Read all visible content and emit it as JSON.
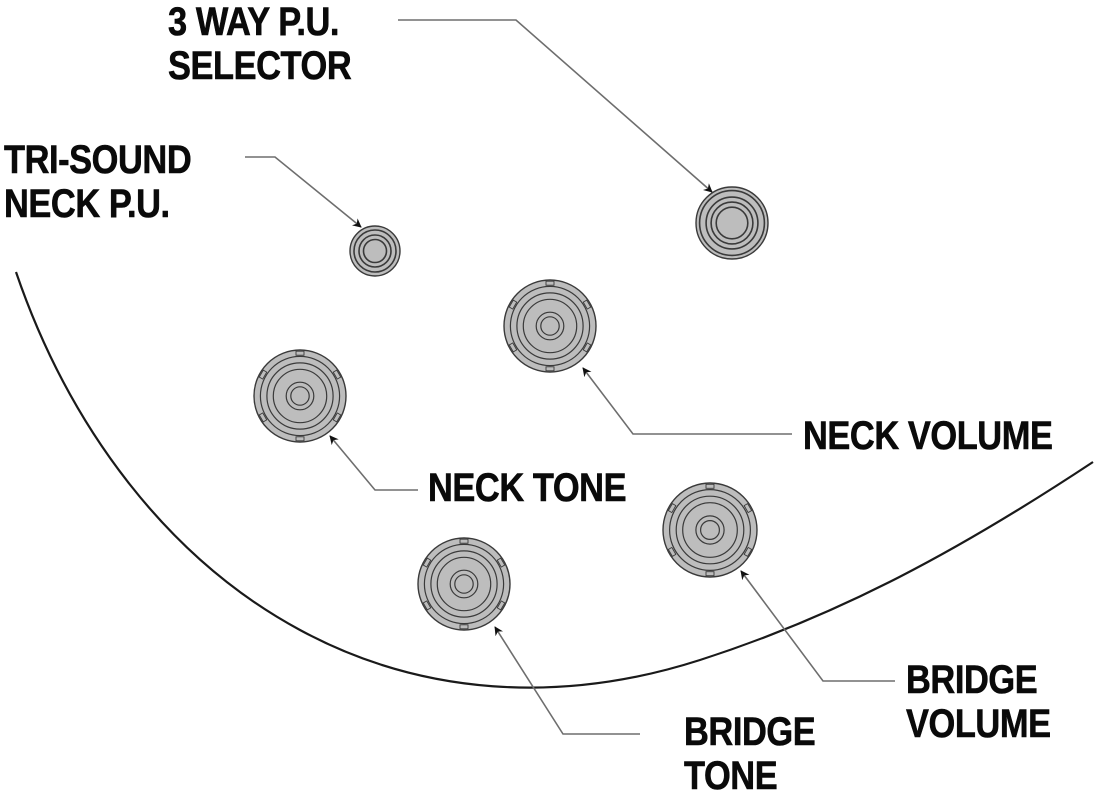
{
  "diagram": {
    "title": "Guitar control layout",
    "colors": {
      "knob_fill": "#bdbdbd",
      "knob_ring": "#3a3a3a",
      "leader_line": "#6e6e6e",
      "arrowhead": "#111111",
      "body_outline": "#1a1a1a",
      "label_text": "#0a0a0a"
    },
    "controls": [
      {
        "id": "selector",
        "kind": "switch",
        "label_lines": [
          "3 WAY P.U.",
          "SELECTOR"
        ]
      },
      {
        "id": "tri-sound",
        "kind": "mini-switch",
        "label_lines": [
          "TRI-SOUND",
          "NECK P.U."
        ]
      },
      {
        "id": "neck-volume",
        "kind": "knob",
        "label_lines": [
          "NECK VOLUME"
        ]
      },
      {
        "id": "neck-tone",
        "kind": "knob",
        "label_lines": [
          "NECK TONE"
        ]
      },
      {
        "id": "bridge-volume",
        "kind": "knob",
        "label_lines": [
          "BRIDGE",
          "VOLUME"
        ]
      },
      {
        "id": "bridge-tone",
        "kind": "knob",
        "label_lines": [
          "BRIDGE",
          "TONE"
        ]
      }
    ]
  }
}
